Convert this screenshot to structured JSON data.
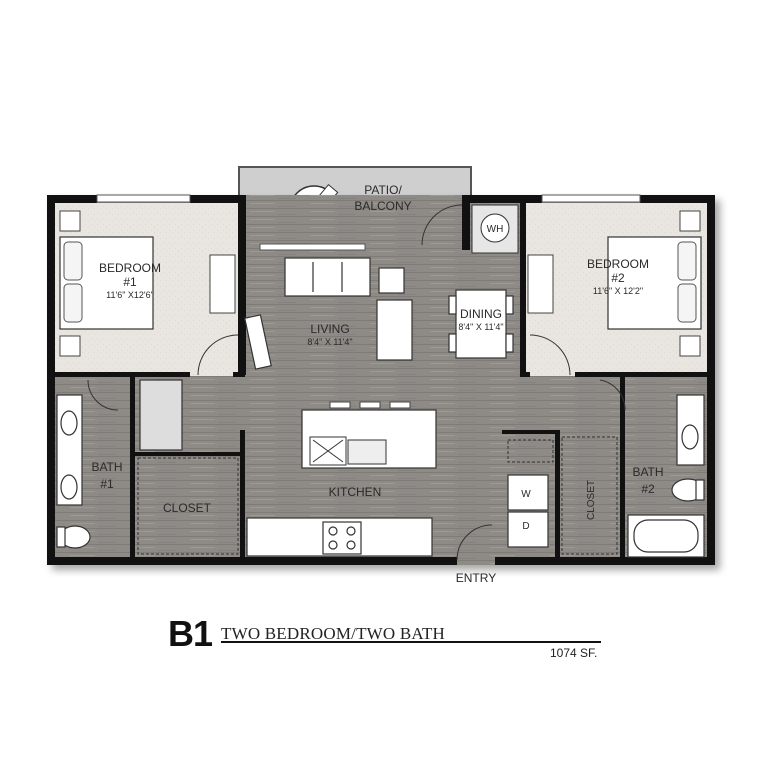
{
  "plan": {
    "unit_code": "B1",
    "unit_type": "TWO BEDROOM/TWO BATH",
    "area": "1074 SF.",
    "rooms": {
      "bedroom1_name": "BEDROOM",
      "bedroom1_num": "#1",
      "bedroom1_dims": "11'6\" X12'6\"",
      "bedroom2_name": "BEDROOM",
      "bedroom2_num": "#2",
      "bedroom2_dims": "11'6\" X 12'2\"",
      "patio_line1": "PATIO/",
      "patio_line2": "BALCONY",
      "living_name": "LIVING",
      "living_dims": "8'4\" X 11'4\"",
      "dining_name": "DINING",
      "dining_dims": "8'4\" X 11'4\"",
      "kitchen": "KITCHEN",
      "bath1_name": "BATH",
      "bath1_num": "#1",
      "bath2_name": "BATH",
      "bath2_num": "#2",
      "closet1": "CLOSET",
      "closet2": "CLOSET",
      "water_heater": "WH",
      "washer": "W",
      "dryer": "D",
      "entry": "ENTRY"
    }
  }
}
